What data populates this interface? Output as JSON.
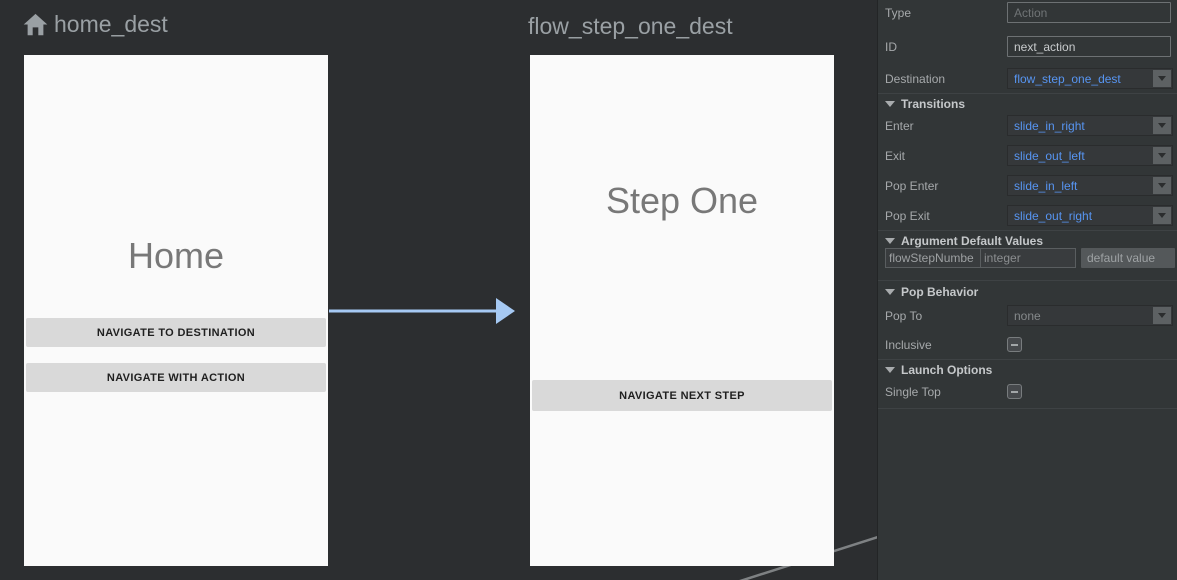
{
  "canvas": {
    "home": {
      "name": "home_dest",
      "screen_title": "Home",
      "button1": "NAVIGATE TO DESTINATION",
      "button2": "NAVIGATE WITH ACTION"
    },
    "flow": {
      "name": "flow_step_one_dest",
      "screen_title": "Step One",
      "button1": "NAVIGATE NEXT STEP"
    }
  },
  "panel": {
    "type": {
      "label": "Type",
      "placeholder": "Action"
    },
    "id": {
      "label": "ID",
      "value": "next_action"
    },
    "destination": {
      "label": "Destination",
      "value": "flow_step_one_dest"
    },
    "transitions": {
      "header": "Transitions",
      "enter": {
        "label": "Enter",
        "value": "slide_in_right"
      },
      "exit": {
        "label": "Exit",
        "value": "slide_out_left"
      },
      "pop_enter": {
        "label": "Pop Enter",
        "value": "slide_in_left"
      },
      "pop_exit": {
        "label": "Pop Exit",
        "value": "slide_out_right"
      }
    },
    "arguments": {
      "header": "Argument Default Values",
      "name": "flowStepNumbe",
      "type": "integer",
      "default_placeholder": "default value"
    },
    "pop_behavior": {
      "header": "Pop Behavior",
      "pop_to": {
        "label": "Pop To",
        "value": "none"
      },
      "inclusive_label": "Inclusive"
    },
    "launch_options": {
      "header": "Launch Options",
      "single_top_label": "Single Top"
    }
  },
  "colors": {
    "accent_blue": "#5795f2",
    "arrow_blue": "#a6c9f3",
    "edge_gray": "#7e8183"
  }
}
